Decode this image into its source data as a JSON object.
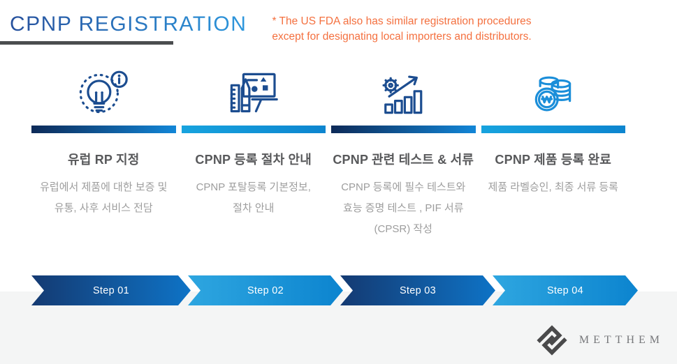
{
  "header": {
    "title": "CPNP REGISTRATION",
    "note": "* The US FDA also has similar registration procedures\nexcept for designating local importers and distributors."
  },
  "columns": [
    {
      "icon": "idea-lightbulb-icon",
      "title": "유럽 RP 지정",
      "description": "유럽에서 제품에 대한 보증 및\n유통, 사후 서비스 전담",
      "step": "Step 01",
      "theme": "dark"
    },
    {
      "icon": "presentation-board-icon",
      "title": "CPNP 등록 절차 안내",
      "description": "CPNP 포탈등록 기본정보,\n절차 안내",
      "step": "Step 02",
      "theme": "light"
    },
    {
      "icon": "growth-chart-gear-icon",
      "title": "CPNP 관련 테스트 & 서류",
      "description": "CPNP 등록에 필수 테스트와\n효능 증명 테스트 , PIF 서류\n(CPSR) 작성",
      "step": "Step 03",
      "theme": "dark"
    },
    {
      "icon": "won-coins-icon",
      "title": "CPNP 제품 등록 완료",
      "description": "제품 라벨승인, 최종 서류 등록",
      "step": "Step 04",
      "theme": "light"
    }
  ],
  "logo": {
    "text": "METTHEM"
  },
  "colors": {
    "title_gradient_start": "#27519d",
    "title_gradient_end": "#2c97dd",
    "title_underline": "#4b4d4f",
    "note_orange": "#f4703f",
    "icon_dark_blue": "#1c4d90",
    "icon_light_blue": "#1b8ed9",
    "bar_dark_start": "#0d2a58",
    "bar_dark_end": "#1286d7",
    "bar_light_start": "#17a3de",
    "bar_light_end": "#0d85cf",
    "arrow_dark_start": "#143a72",
    "arrow_dark_end": "#0e73c6",
    "arrow_light_start": "#2ea6e0",
    "arrow_light_end": "#0c84cf",
    "heading_gray": "#58595b",
    "description_gray": "#9d9d9d",
    "bottom_strip": "#f4f5f5",
    "logo_gray": "#4a4a4b"
  }
}
